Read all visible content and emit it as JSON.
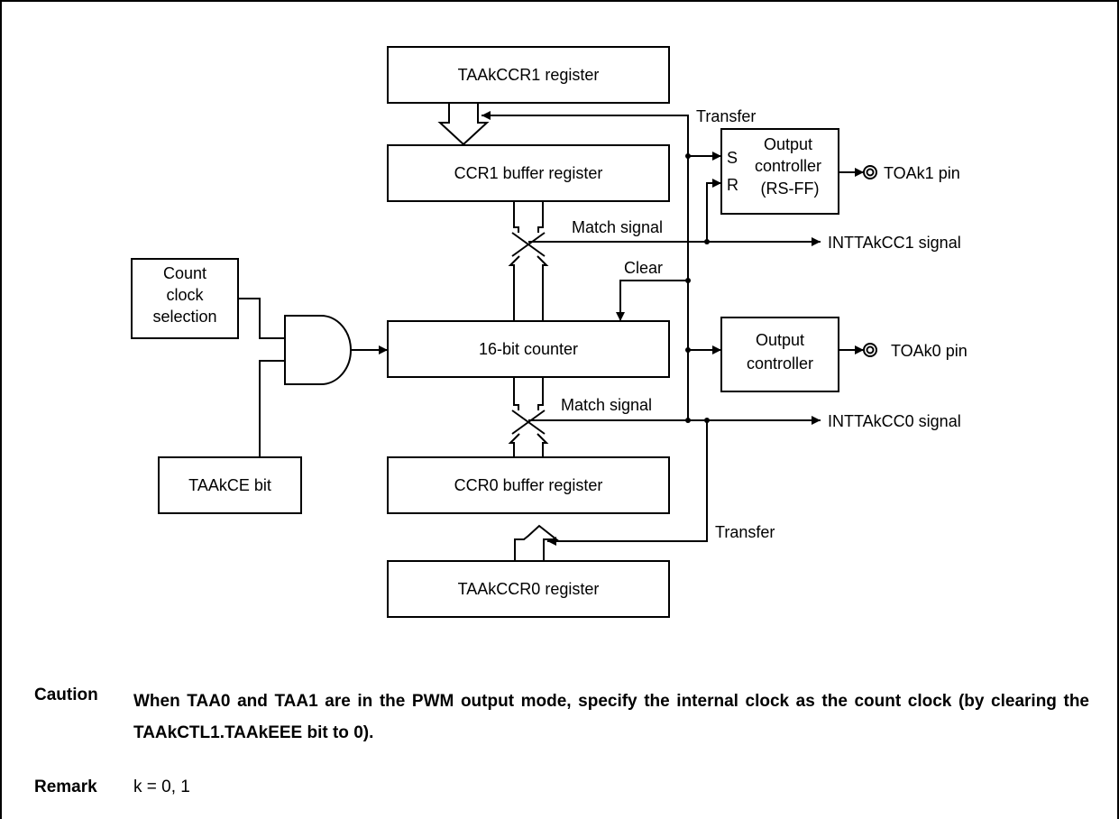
{
  "diagram": {
    "blocks": {
      "taakccr1_register": "TAAkCCR1 register",
      "ccr1_buffer_register": "CCR1 buffer register",
      "count_clock_selection": [
        "Count",
        "clock",
        "selection"
      ],
      "counter_16bit": "16-bit counter",
      "taakce_bit": "TAAkCE bit",
      "ccr0_buffer_register": "CCR0 buffer register",
      "taakccr0_register": "TAAkCCR0 register",
      "output_controller_rsff": [
        "Output",
        "controller",
        "(RS-FF)"
      ],
      "output_controller": [
        "Output",
        "controller"
      ]
    },
    "labels": {
      "transfer_top": "Transfer",
      "transfer_bottom": "Transfer",
      "match_signal_top": "Match signal",
      "match_signal_bottom": "Match signal",
      "clear": "Clear",
      "set_input": "S",
      "reset_input": "R",
      "toak1_pin": "TOAk1 pin",
      "toak0_pin": "TOAk0 pin",
      "inttakcc1_signal": "INTTAkCC1 signal",
      "inttakcc0_signal": "INTTAkCC0 signal"
    }
  },
  "caution": {
    "label": "Caution",
    "text": "When TAA0 and TAA1 are in the PWM output mode, specify the internal clock as the count clock (by clearing the TAAkCTL1.TAAkEEE bit to 0)."
  },
  "remark": {
    "label": "Remark",
    "text": "k = 0, 1"
  }
}
